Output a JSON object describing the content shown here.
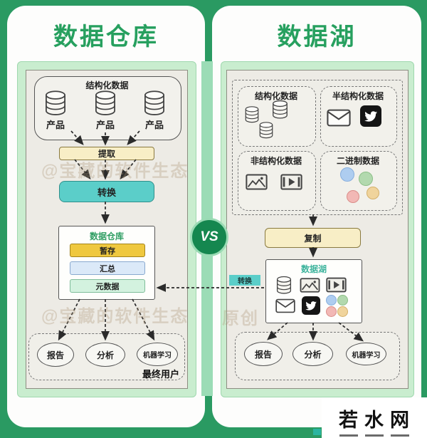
{
  "vs_label": "VS",
  "left": {
    "title": "数据仓库",
    "sources": {
      "title": "结构化数据",
      "products": [
        "产品",
        "产品",
        "产品"
      ]
    },
    "extract_label": "提取",
    "transform_label": "转换",
    "warehouse": {
      "title": "数据仓库",
      "layers": [
        "暂存",
        "汇总",
        "元数据"
      ]
    },
    "endusers": {
      "items": [
        "报告",
        "分析",
        "机器学习"
      ],
      "caption": "最终用户"
    }
  },
  "right": {
    "title": "数据湖",
    "sources": {
      "structured": {
        "title": "结构化数据"
      },
      "semi_structured": {
        "title": "半结构化数据"
      },
      "unstructured": {
        "title": "非结构化数据"
      },
      "binary": {
        "title": "二进制数据"
      }
    },
    "copy_label": "复制",
    "lake": {
      "title": "数据湖"
    },
    "transform_tag": "转换",
    "endusers": {
      "items": [
        "报告",
        "分析",
        "机器学习"
      ]
    }
  },
  "watermarks": {
    "wm_top": "@宝藏的软件生态",
    "wm_bottom": "@宝藏的软件生态",
    "wm_original": "原创"
  },
  "logo": {
    "title": "若水网"
  },
  "icons": {
    "database": "database-icon",
    "envelope": "envelope-icon",
    "twitter": "twitter-bird-icon",
    "image": "image-icon",
    "video": "video-icon",
    "binary_dot": "binary-dot-icon"
  },
  "colors": {
    "background": "#2a9a62",
    "card": "#fdfdfc",
    "panel_mint": "#c9edcf",
    "diagram_gray": "#edebe5",
    "title_green": "#27a05f",
    "lake_title_teal": "#3cb39c",
    "box_cream": "#f8eec6",
    "box_teal": "#5bcec9",
    "bar_gold": "#efc83f",
    "bar_blue": "#dbe9f8",
    "bar_mint": "#d3f2df",
    "vs_circle": "#15874f",
    "binary_blue": "#aecdf0",
    "binary_green": "#b2d9ae",
    "binary_yellow": "#f0d49c",
    "binary_red": "#f2b8b5"
  }
}
